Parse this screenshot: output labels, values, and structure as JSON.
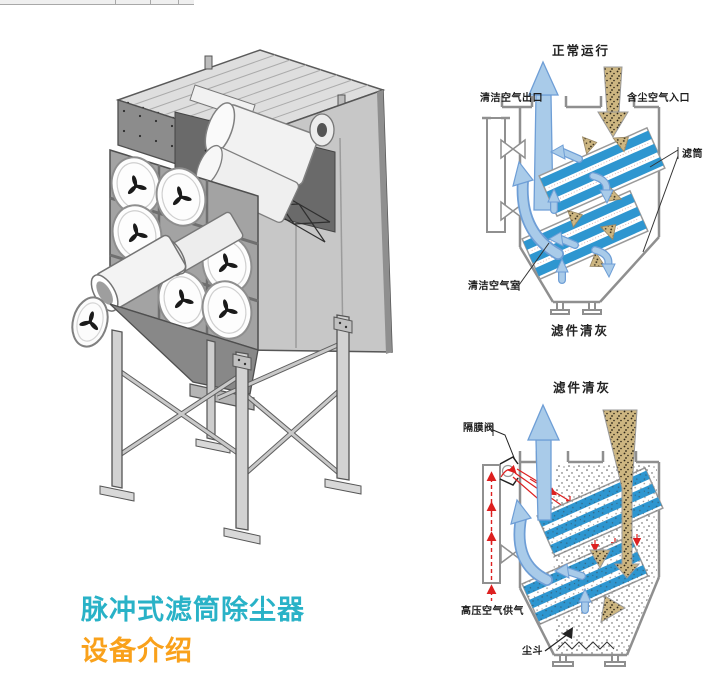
{
  "diagram_normal": {
    "title": "正常运行",
    "label_clean_air_outlet": "清洁空气出口",
    "label_dusty_air_inlet": "含尘空气入口",
    "label_filter_cartridge": "滤筒",
    "label_clean_air_chamber": "清洁空气室",
    "caption": "滤件清灰"
  },
  "diagram_cleaning": {
    "title": "滤件清灰",
    "label_diaphragm_valve": "隔膜阀",
    "label_high_pressure_air_supply": "高压空气供气",
    "label_dust_hopper": "尘斗"
  },
  "footer": {
    "product_title": "脉冲式滤筒除尘器",
    "section_title": "设备介绍"
  },
  "colors": {
    "product_title": "#29b2c7",
    "section_title": "#f9a11b",
    "cartridge_blue": "#2e96d0",
    "airflow_blue": "#a9cbe9",
    "airflow_blue_border": "#6e9ed6",
    "dust_tan": "#cdb681",
    "pulse_red": "#dd2020",
    "wall_gray": "#8f8f8f"
  }
}
